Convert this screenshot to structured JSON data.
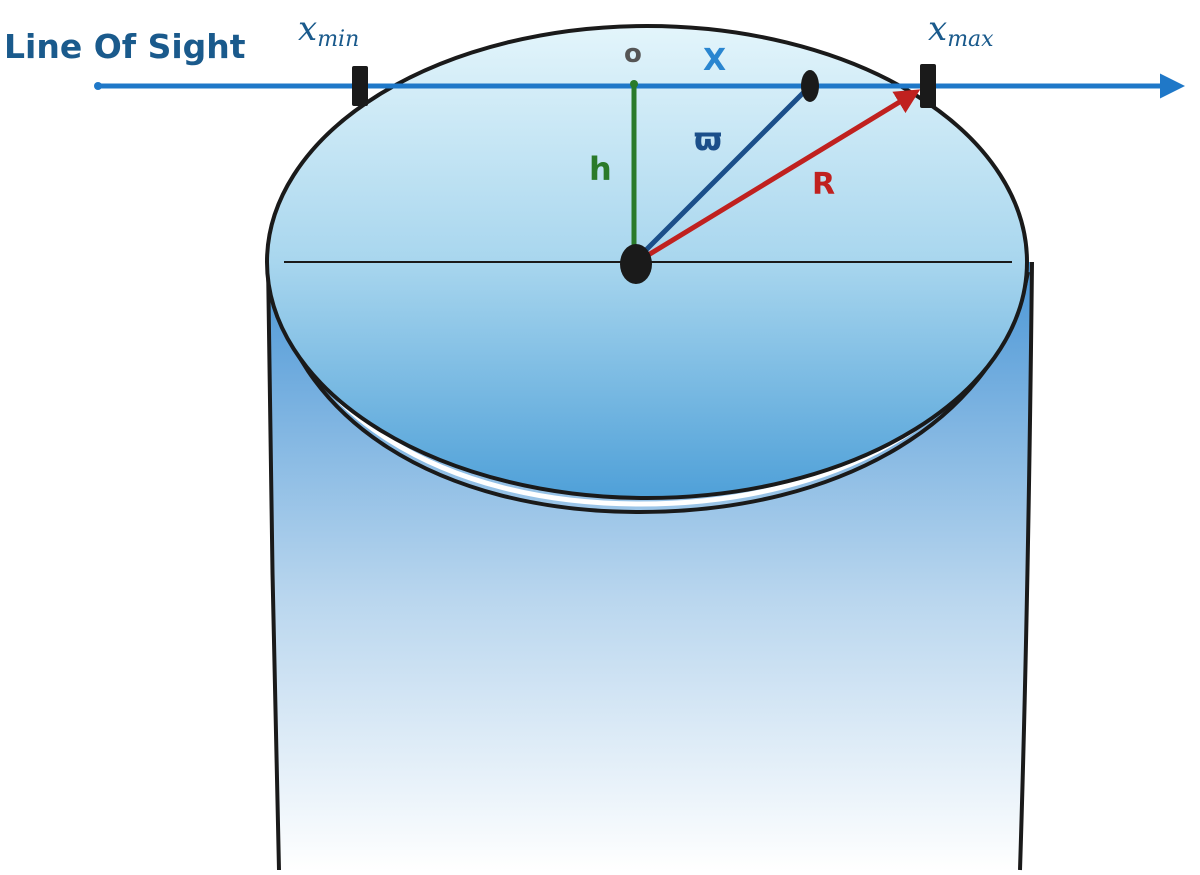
{
  "labels": {
    "line_of_sight": "Line Of Sight",
    "x_min": "x",
    "x_min_sub": "min",
    "x_max": "x",
    "x_max_sub": "max",
    "origin": "o",
    "x": "X",
    "h": "h",
    "varpi": "ϖ",
    "R": "R"
  },
  "colors": {
    "line_of_sight": "#1f78c8",
    "line_of_sight_text": "#1a5a8c",
    "h": "#2a7a2a",
    "varpi": "#1b4f8a",
    "R": "#c0211f",
    "x_label": "#2a86d0",
    "outline": "#1a1a1a",
    "disk_top": "#e3f5fb",
    "disk_bottom": "#4fa0d8",
    "cylinder_top": "#4a96d6",
    "cylinder_bottom": "#ffffff"
  }
}
